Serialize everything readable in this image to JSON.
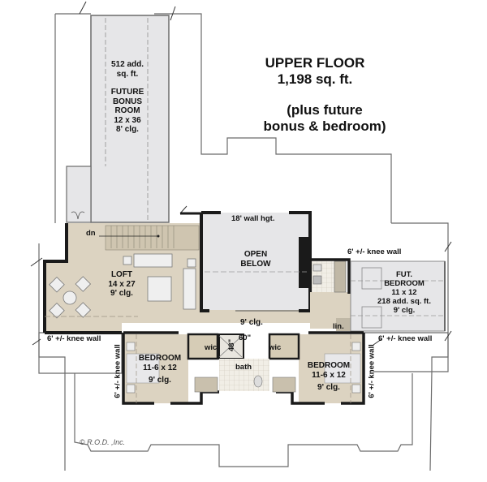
{
  "header": {
    "title_line1": "UPPER FLOOR",
    "title_line2": "1,198 sq. ft.",
    "subtitle_line1": "(plus future",
    "subtitle_line2": "bonus & bedroom)"
  },
  "rooms": {
    "bonus": {
      "add_line1": "512 add.",
      "add_line2": "sq. ft.",
      "name_line1": "FUTURE",
      "name_line2": "BONUS",
      "name_line3": "ROOM",
      "size": "12 x 36",
      "ceiling": "8' clg."
    },
    "loft": {
      "name": "LOFT",
      "size": "14 x 27",
      "ceiling": "9' clg.",
      "stair_label": "dn"
    },
    "open_below": {
      "name_line1": "OPEN",
      "name_line2": "BELOW",
      "wall_height": "18' wall hgt."
    },
    "hall": {
      "ceiling": "9' clg.",
      "linen": "lin."
    },
    "fut_bedroom": {
      "name_line1": "FUT.",
      "name_line2": "BEDROOM",
      "size": "11 x 12",
      "add": "218 add. sq. ft.",
      "ceiling": "9' clg."
    },
    "bedroom_left": {
      "name": "BEDROOM",
      "size": "11-6 x 12",
      "ceiling": "9' clg.",
      "closet": "wic"
    },
    "bedroom_right": {
      "name": "BEDROOM",
      "size": "11-6 x 12",
      "ceiling": "9' clg.",
      "closet": "wic"
    },
    "bath": {
      "name": "bath",
      "shower_w": "60\"",
      "shower_d": "48\""
    }
  },
  "knee_walls": {
    "right_upper": "6' +/- knee wall",
    "left": "6' +/- knee wall",
    "right_lower": "6' +/- knee wall",
    "left_vertical": "6' +/- knee wall",
    "right_vertical": "6' +/- knee wall"
  },
  "copyright": "© R.O.D. ,Inc.",
  "colors": {
    "finished": "#dcd3c1",
    "unfinished": "#e6e6e8",
    "wall": "#1a1a1a",
    "outline": "#666666",
    "tile": "#efece4"
  }
}
